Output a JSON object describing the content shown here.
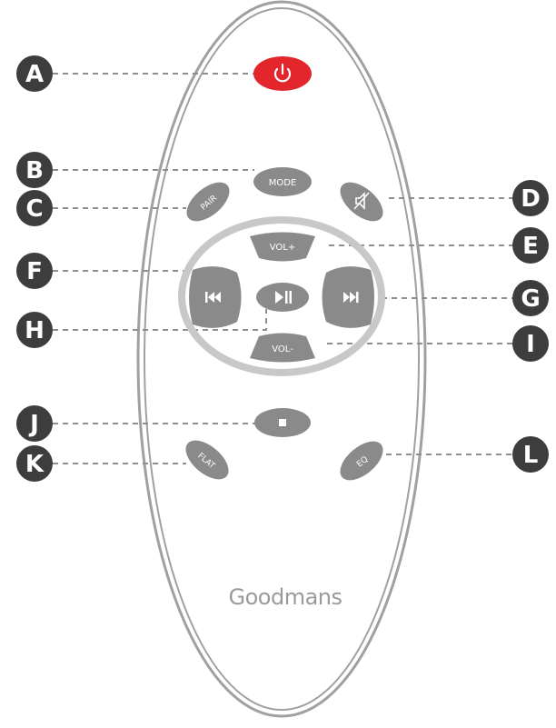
{
  "brand": "Goodmans",
  "buttons": {
    "power": "",
    "mode": "MODE",
    "pair": "PAIR",
    "mute": "",
    "vol_up": "VOL+",
    "vol_down": "VOL-",
    "prev": "",
    "next": "",
    "play_pause": "",
    "stop": "",
    "flat": "FLAT",
    "eq": "EQ"
  },
  "callouts": [
    "A",
    "B",
    "C",
    "D",
    "E",
    "F",
    "G",
    "H",
    "I",
    "J",
    "K",
    "L"
  ],
  "colors": {
    "body_outline": "#a0a0a0",
    "button_gray": "#8a8a8a",
    "ring_gray": "#c8c8c8",
    "power_red": "#e2262b",
    "callout_dark": "#3d3d3d",
    "leader": "#8e8e8e"
  },
  "icons": {
    "power": "power-icon",
    "mute": "mute-icon",
    "prev": "skip-previous-icon",
    "next": "skip-next-icon",
    "play_pause": "play-pause-icon",
    "stop": "stop-icon"
  }
}
